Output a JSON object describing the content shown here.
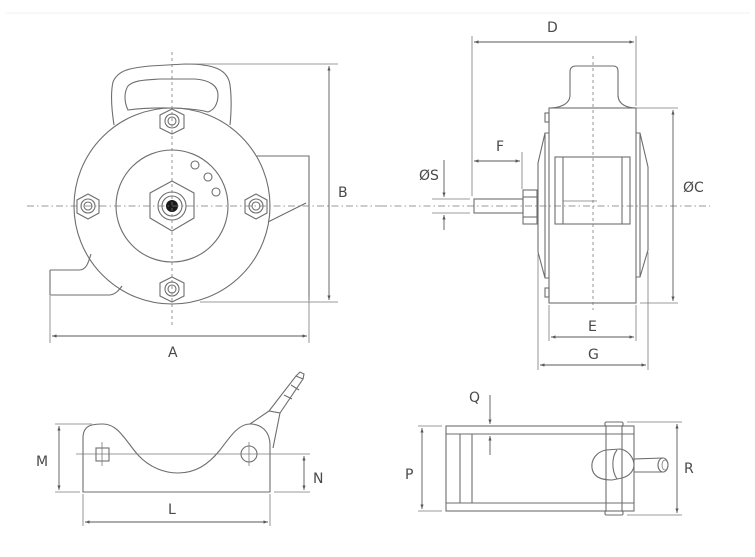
{
  "drawing": {
    "views": {
      "front_view": {
        "dimensions": {
          "width": "A",
          "height": "B"
        }
      },
      "side_view": {
        "dimensions": {
          "overall_depth": "D",
          "shaft_length": "F",
          "shaft_diameter": "ØS",
          "body_diameter": "ØC",
          "body_width": "E",
          "flange_width": "G"
        }
      },
      "bracket_side_view": {
        "dimensions": {
          "height": "M",
          "pivot_height": "N",
          "length": "L"
        }
      },
      "bracket_top_view": {
        "dimensions": {
          "thickness": "Q",
          "width": "P",
          "overall_width": "R"
        }
      }
    },
    "line_color": "#6e6e6e",
    "label_color": "#4a4a4a"
  }
}
